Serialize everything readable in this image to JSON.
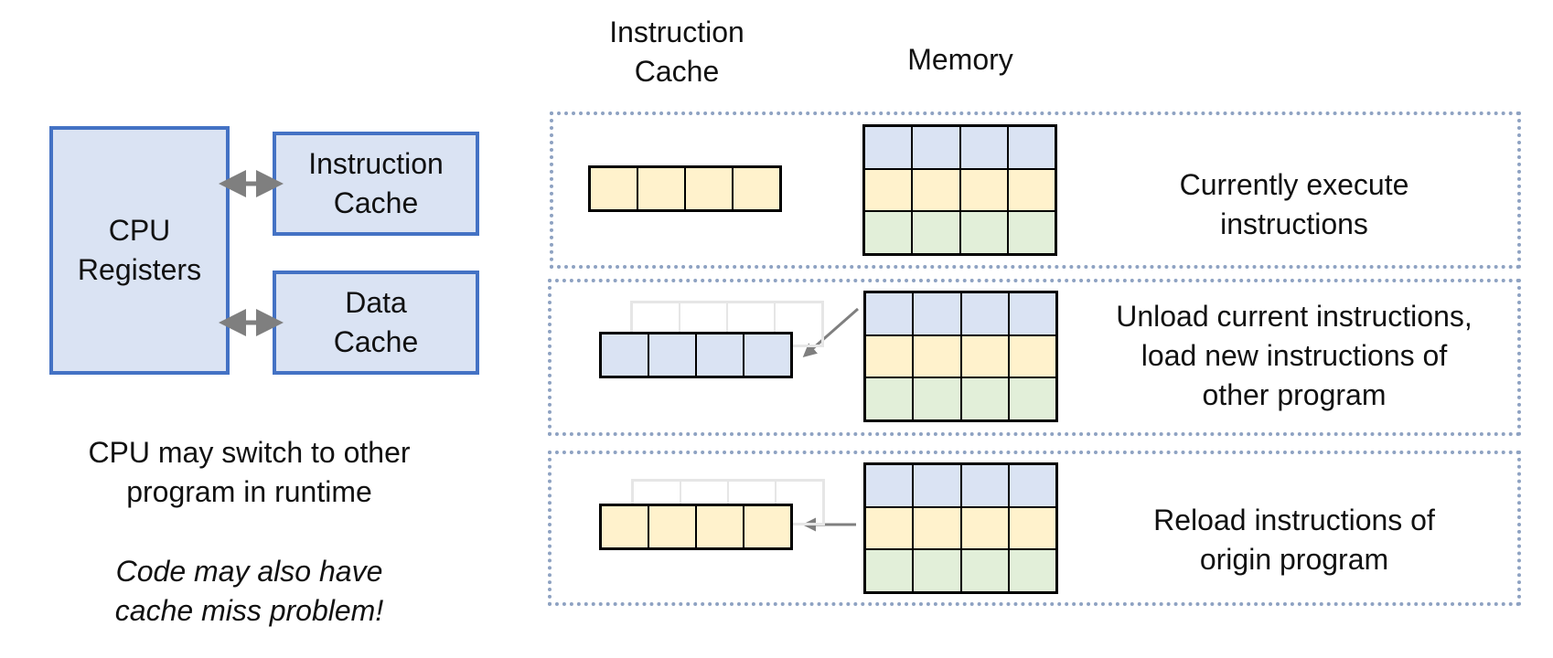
{
  "left": {
    "cpu_box": "CPU\nRegisters",
    "icache_box": "Instruction\nCache",
    "dcache_box": "Data\nCache",
    "caption": "CPU may switch to other\nprogram in runtime",
    "note": "Code may also have\ncache miss problem!"
  },
  "headers": {
    "icache": "Instruction\nCache",
    "memory": "Memory"
  },
  "rows": [
    {
      "description": "Currently execute\ninstructions"
    },
    {
      "description": "Unload current instructions,\nload new instructions of\nother program"
    },
    {
      "description": "Reload instructions of\norigin program"
    }
  ],
  "colors": {
    "blue_fill": "#dae3f3",
    "blue_border": "#4472c4",
    "yellow": "#fff2cc",
    "green": "#e2efd9",
    "panel_border": "#8ea2c2",
    "arrow": "#7f7f7f"
  }
}
